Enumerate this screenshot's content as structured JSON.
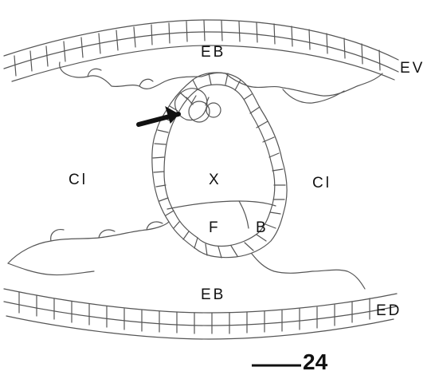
{
  "figure": {
    "labels": {
      "eb_top": "EB",
      "ev": "EV",
      "cl_left": "Cl",
      "x": "X",
      "cl_right": "Cl",
      "f": "F",
      "b": "B",
      "eb_bottom": "EB",
      "ed": "ED"
    },
    "scale_bar_label": "24",
    "colors": {
      "line": "#555555",
      "ink": "#111111",
      "background": "#ffffff"
    }
  }
}
